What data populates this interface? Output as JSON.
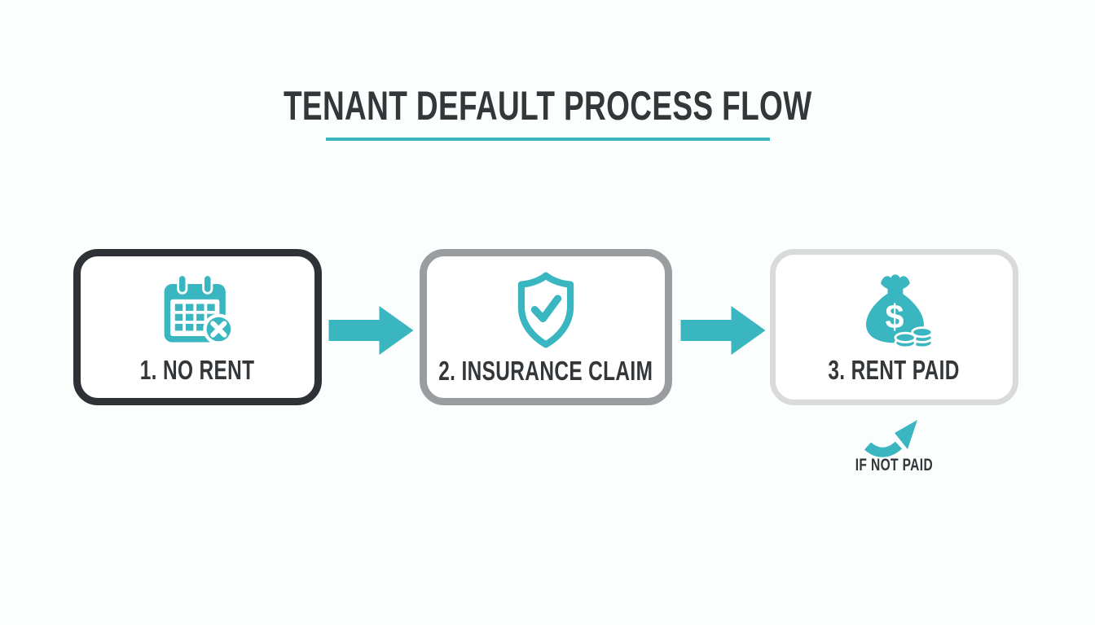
{
  "title": "TENANT DEFAULT PROCESS FLOW",
  "steps": [
    {
      "number": "1",
      "label": "1. NO RENT",
      "icon": "calendar-x-icon"
    },
    {
      "number": "2",
      "label": "2. INSURANCE CLAIM",
      "icon": "shield-check-icon"
    },
    {
      "number": "3",
      "label": "3. RENT PAID",
      "icon": "money-bag-icon"
    }
  ],
  "connectors": [
    {
      "from": "1",
      "to": "2",
      "icon": "right-arrow-icon"
    },
    {
      "from": "2",
      "to": "3",
      "icon": "right-arrow-icon"
    }
  ],
  "loop_note": {
    "label": "IF NOT PAID",
    "icon": "curved-up-arrow-icon"
  },
  "colors": {
    "accent": "#3ab6c0",
    "dark": "#2e3236",
    "box2-border": "#9a9da0",
    "box3-border": "#d9dadc",
    "background": "#fcfdfd",
    "text": "#33373a"
  }
}
